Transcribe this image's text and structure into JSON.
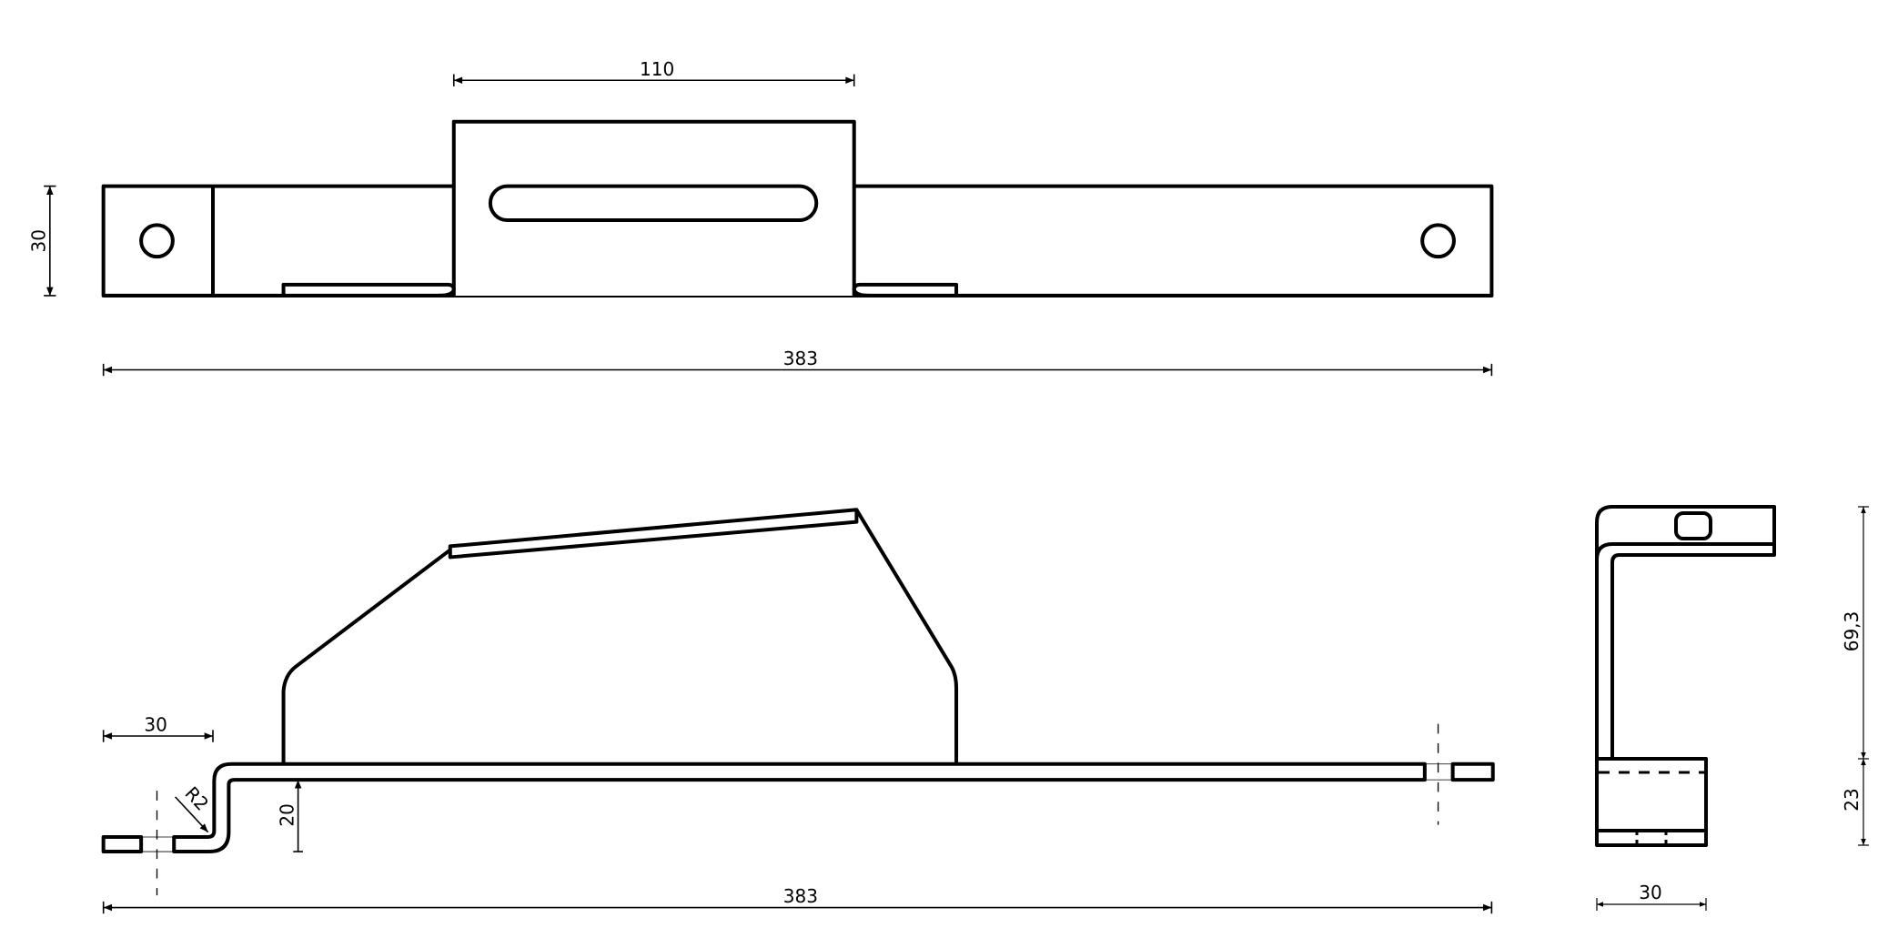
{
  "drawing": {
    "top_view": {
      "dim_tab_width": "110",
      "dim_height": "30",
      "dim_length": "383"
    },
    "side_view": {
      "dim_offset": "30",
      "dim_radius": "R2",
      "dim_step": "20",
      "dim_length": "383"
    },
    "end_view": {
      "dim_upper_height": "69,3",
      "dim_lower_height": "23",
      "dim_width": "30"
    }
  }
}
